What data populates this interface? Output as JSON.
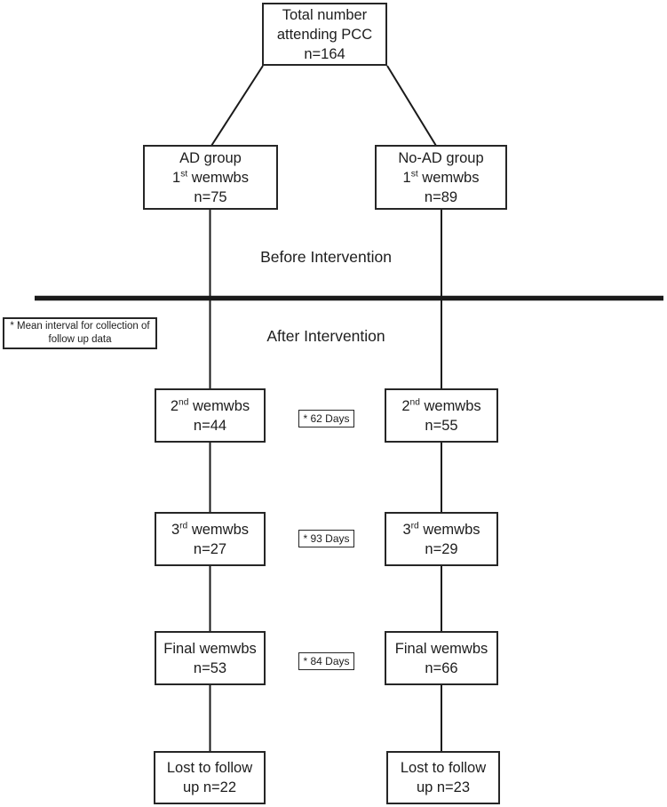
{
  "figure": "Participant flow diagram",
  "colors": {
    "ink": "#1a1a1a",
    "background": "#ffffff"
  },
  "top_box": {
    "line1": "Total number",
    "line2": "attending PCC",
    "count": "n=164"
  },
  "left": {
    "group": {
      "name": "AD group",
      "ord": "1",
      "sup": "st",
      "scale": " wemwbs",
      "count": "n=75"
    },
    "wave2": {
      "ord": "2",
      "sup": "nd",
      "scale": " wemwbs",
      "count": "n=44"
    },
    "wave3": {
      "ord": "3",
      "sup": "rd",
      "scale": " wemwbs",
      "count": "n=27"
    },
    "final": {
      "label": "Final wemwbs",
      "count": "n=53"
    },
    "lost": {
      "line1": "Lost to follow",
      "line2": "up n=22"
    }
  },
  "right": {
    "group": {
      "name": "No-AD group",
      "ord": "1",
      "sup": "st",
      "scale": " wemwbs",
      "count": "n=89"
    },
    "wave2": {
      "ord": "2",
      "sup": "nd",
      "scale": " wemwbs",
      "count": "n=55"
    },
    "wave3": {
      "ord": "3",
      "sup": "rd",
      "scale": " wemwbs",
      "count": "n=29"
    },
    "final": {
      "label": "Final wemwbs",
      "count": "n=66"
    },
    "lost": {
      "line1": "Lost to follow",
      "line2": "up n=23"
    }
  },
  "phase": {
    "before": "Before Intervention",
    "after": "After Intervention"
  },
  "note": {
    "line1": "* Mean interval for collection of",
    "line2": "follow up data"
  },
  "intervals": {
    "first": "* 62 Days",
    "second": "* 93 Days",
    "third": "* 84 Days"
  }
}
